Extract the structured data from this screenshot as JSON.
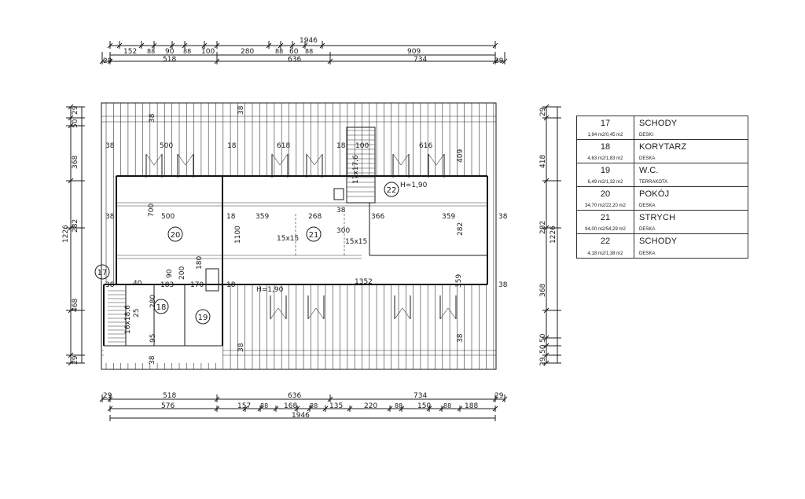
{
  "top_dims": {
    "overall": "1946",
    "row1": [
      "152",
      "88",
      "90",
      "88",
      "100",
      "280",
      "88",
      "60",
      "88",
      "909"
    ],
    "row2": [
      "29",
      "518",
      "636",
      "734",
      "29"
    ]
  },
  "bottom_dims": {
    "overall": "1946",
    "row1": [
      "29",
      "518",
      "636",
      "734",
      "29"
    ],
    "row2": [
      "576",
      "157",
      "88",
      "168",
      "88",
      "135",
      "220",
      "88",
      "150",
      "88",
      "188"
    ]
  },
  "left_dims": [
    "29",
    "50",
    "368",
    "282",
    "468",
    "29",
    "1226"
  ],
  "right_dims": [
    "29",
    "418",
    "282",
    "368",
    "50",
    "50",
    "29",
    "1226"
  ],
  "interior_labels": {
    "d500a": "500",
    "d618": "618",
    "d616": "616",
    "d100": "100",
    "d500b": "500",
    "d359a": "359",
    "d268": "268",
    "d366": "366",
    "d359b": "359",
    "d700": "700",
    "d1100": "1100",
    "d282": "282",
    "d409": "409",
    "d183": "183",
    "d170": "170",
    "d90": "90",
    "d200": "200",
    "d180": "180",
    "d280": "280",
    "d1352": "1352",
    "d359c": "359",
    "h190a": "H=1,90",
    "h190b": "H=1,90",
    "beam1": "15x15",
    "beam2": "15x15",
    "d300": "300",
    "stair1": "16x18,6",
    "stair2": "17x17,6",
    "d25": "25",
    "d95": "95",
    "t38": "38",
    "t18": "18",
    "t40": "40"
  },
  "rooms": [
    "17",
    "18",
    "19",
    "20",
    "21",
    "22"
  ],
  "legend": [
    {
      "num": "17",
      "area": "1,94 m2/0,45 m2",
      "name": "SCHODY",
      "mat": "DESKI"
    },
    {
      "num": "18",
      "area": "4,63 m2/1,83 m2",
      "name": "KORYTARZ",
      "mat": "DESKA"
    },
    {
      "num": "19",
      "area": "6,49 m2/1,32 m2",
      "name": "W.C.",
      "mat": "TERRAKOTA"
    },
    {
      "num": "20",
      "area": "34,70 m2/22,20 m2",
      "name": "POKÓJ",
      "mat": "DESKA"
    },
    {
      "num": "21",
      "area": "94,00 m2/54,29 m2",
      "name": "STRYCH",
      "mat": "DESKA"
    },
    {
      "num": "22",
      "area": "4,18 m2/1,38 m2",
      "name": "SCHODY",
      "mat": "DESKA"
    }
  ]
}
